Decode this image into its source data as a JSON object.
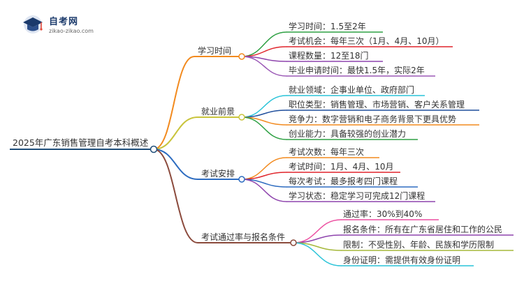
{
  "logo": {
    "name": "自考网",
    "url": "zikao-zikao.com",
    "colors": {
      "cap": "#1b3a6b",
      "accent": "#e74c3c"
    }
  },
  "mindmap": {
    "root": {
      "label": "2025年广东销售管理自考本科概述",
      "color": "#1f4e79"
    },
    "branches": [
      {
        "label": "学习时间",
        "color": "#f28a1e",
        "leaves": [
          {
            "label": "学习时间：1.5至2年",
            "color": "#2ea043"
          },
          {
            "label": "考试机会：每年三次（1月、4月、10月）",
            "color": "#e0242b"
          },
          {
            "label": "课程数量：12至18门",
            "color": "#8e44ad"
          },
          {
            "label": "毕业申请时间：最快1.5年，实际2年",
            "color": "#9b59b6"
          }
        ]
      },
      {
        "label": "就业前景",
        "color": "#c9c43c",
        "leaves": [
          {
            "label": "就业领域：企事业单位、政府部门",
            "color": "#29c3d8"
          },
          {
            "label": "职位类型：销售管理、市场营销、客户关系管理",
            "color": "#1f4e9c"
          },
          {
            "label": "竞争力：数字营销和电子商务背景下更具优势",
            "color": "#f28a1e"
          },
          {
            "label": "创业能力：具备较强的创业潜力",
            "color": "#2ea043"
          }
        ]
      },
      {
        "label": "考试安排",
        "color": "#2d6cc0",
        "leaves": [
          {
            "label": "考试次数：每年三次",
            "color": "#f28a1e"
          },
          {
            "label": "考试时间：1月、4月、10月",
            "color": "#e0242b"
          },
          {
            "label": "每次考试：最多报考四门课程",
            "color": "#2d6cc0"
          },
          {
            "label": "学习状态：稳定学习可完成12门课程",
            "color": "#8e44ad"
          }
        ]
      },
      {
        "label": "考试通过率与报名条件",
        "color": "#8b4a3c",
        "leaves": [
          {
            "label": "通过率：30%到40%",
            "color": "#ec4fa0"
          },
          {
            "label": "报名条件：所有在广东省居住和工作的公民",
            "color": "#8e44ad"
          },
          {
            "label": "限制：不受性别、年龄、民族和学历限制",
            "color": "#a5b83a"
          },
          {
            "label": "身份证明：需提供有效身份证明",
            "color": "#29c3d8"
          }
        ]
      }
    ]
  }
}
